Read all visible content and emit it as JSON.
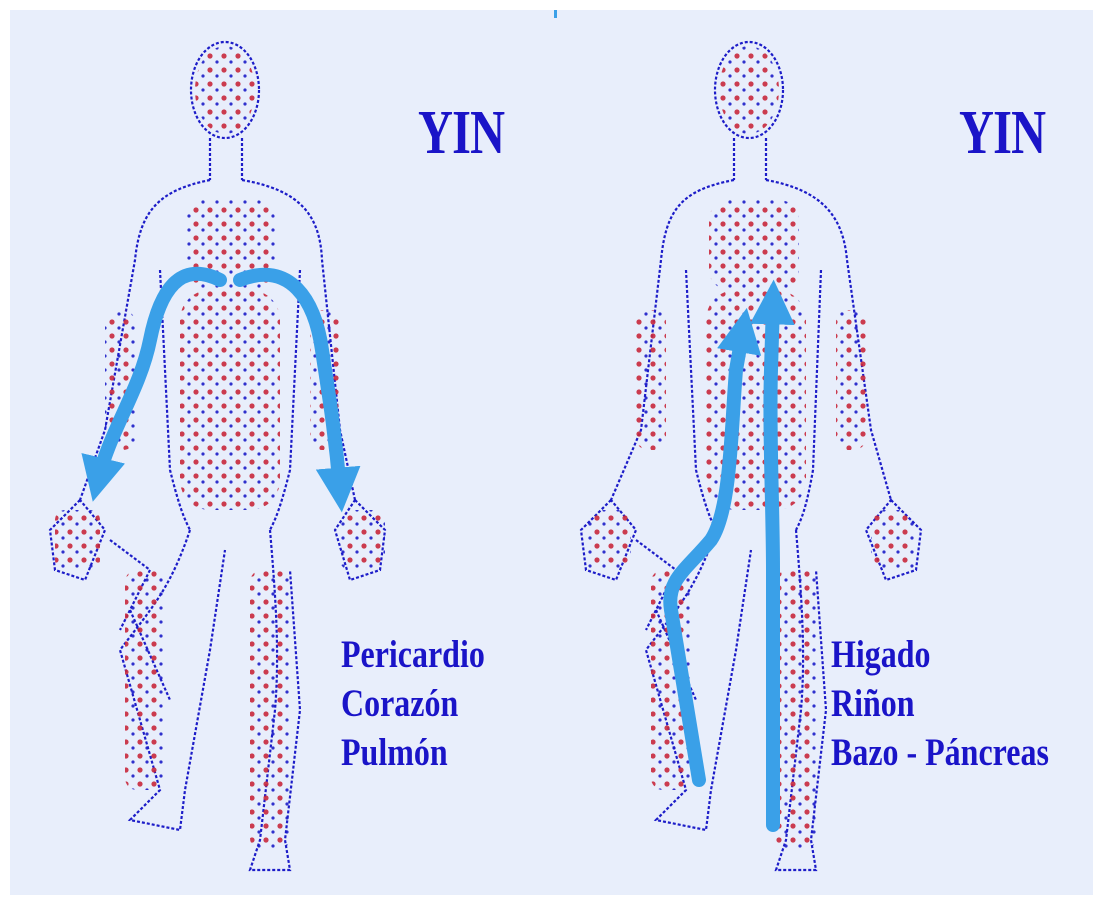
{
  "colors": {
    "background": "#e8eefb",
    "text": "#1a14c8",
    "body_outline": "#1c1cc8",
    "points": "#c8283c",
    "arrow": "#3aa0e8"
  },
  "panels": [
    {
      "title": "YIN",
      "organs": [
        "Pericardio",
        "Corazón",
        "Pulmón"
      ],
      "arrow_direction": "chest-to-hands"
    },
    {
      "title": "YIN",
      "organs": [
        "Higado",
        "Riñon",
        "Bazo - Páncreas"
      ],
      "arrow_direction": "feet-to-chest"
    }
  ]
}
